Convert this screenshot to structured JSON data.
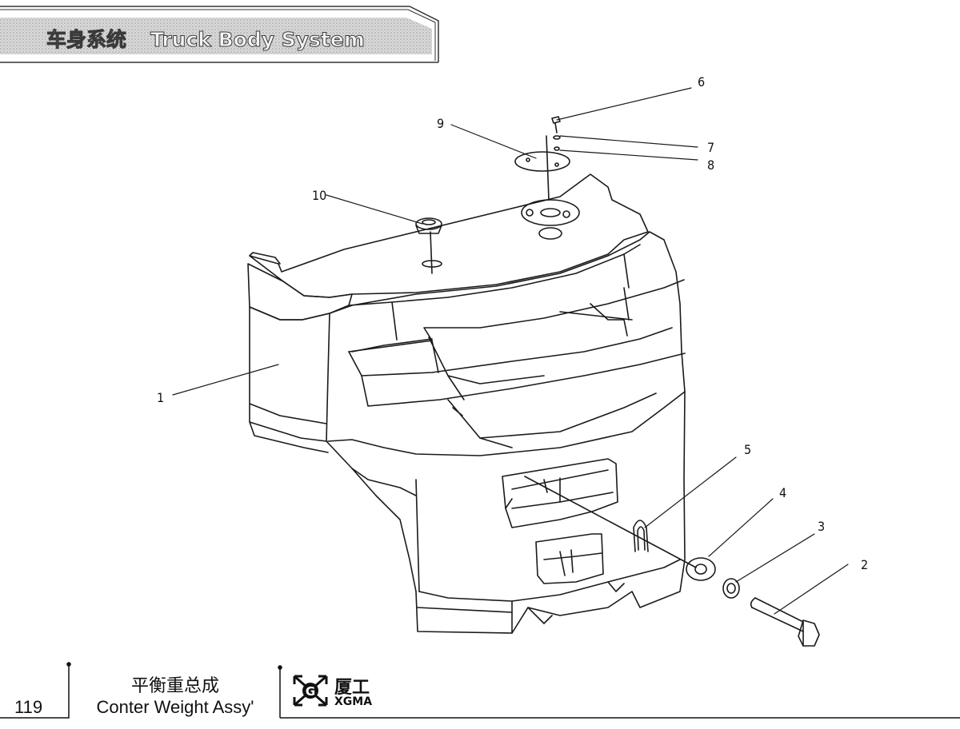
{
  "header": {
    "title_cn": "车身系统",
    "title_en": "Truck Body System"
  },
  "callouts": [
    "1",
    "2",
    "3",
    "4",
    "5",
    "6",
    "7",
    "8",
    "9",
    "10"
  ],
  "footer": {
    "page_number": "119",
    "title_cn": "平衡重总成",
    "title_en": "Conter Weight Assy'",
    "logo_cn": "厦工",
    "logo_en": "XGMA"
  }
}
